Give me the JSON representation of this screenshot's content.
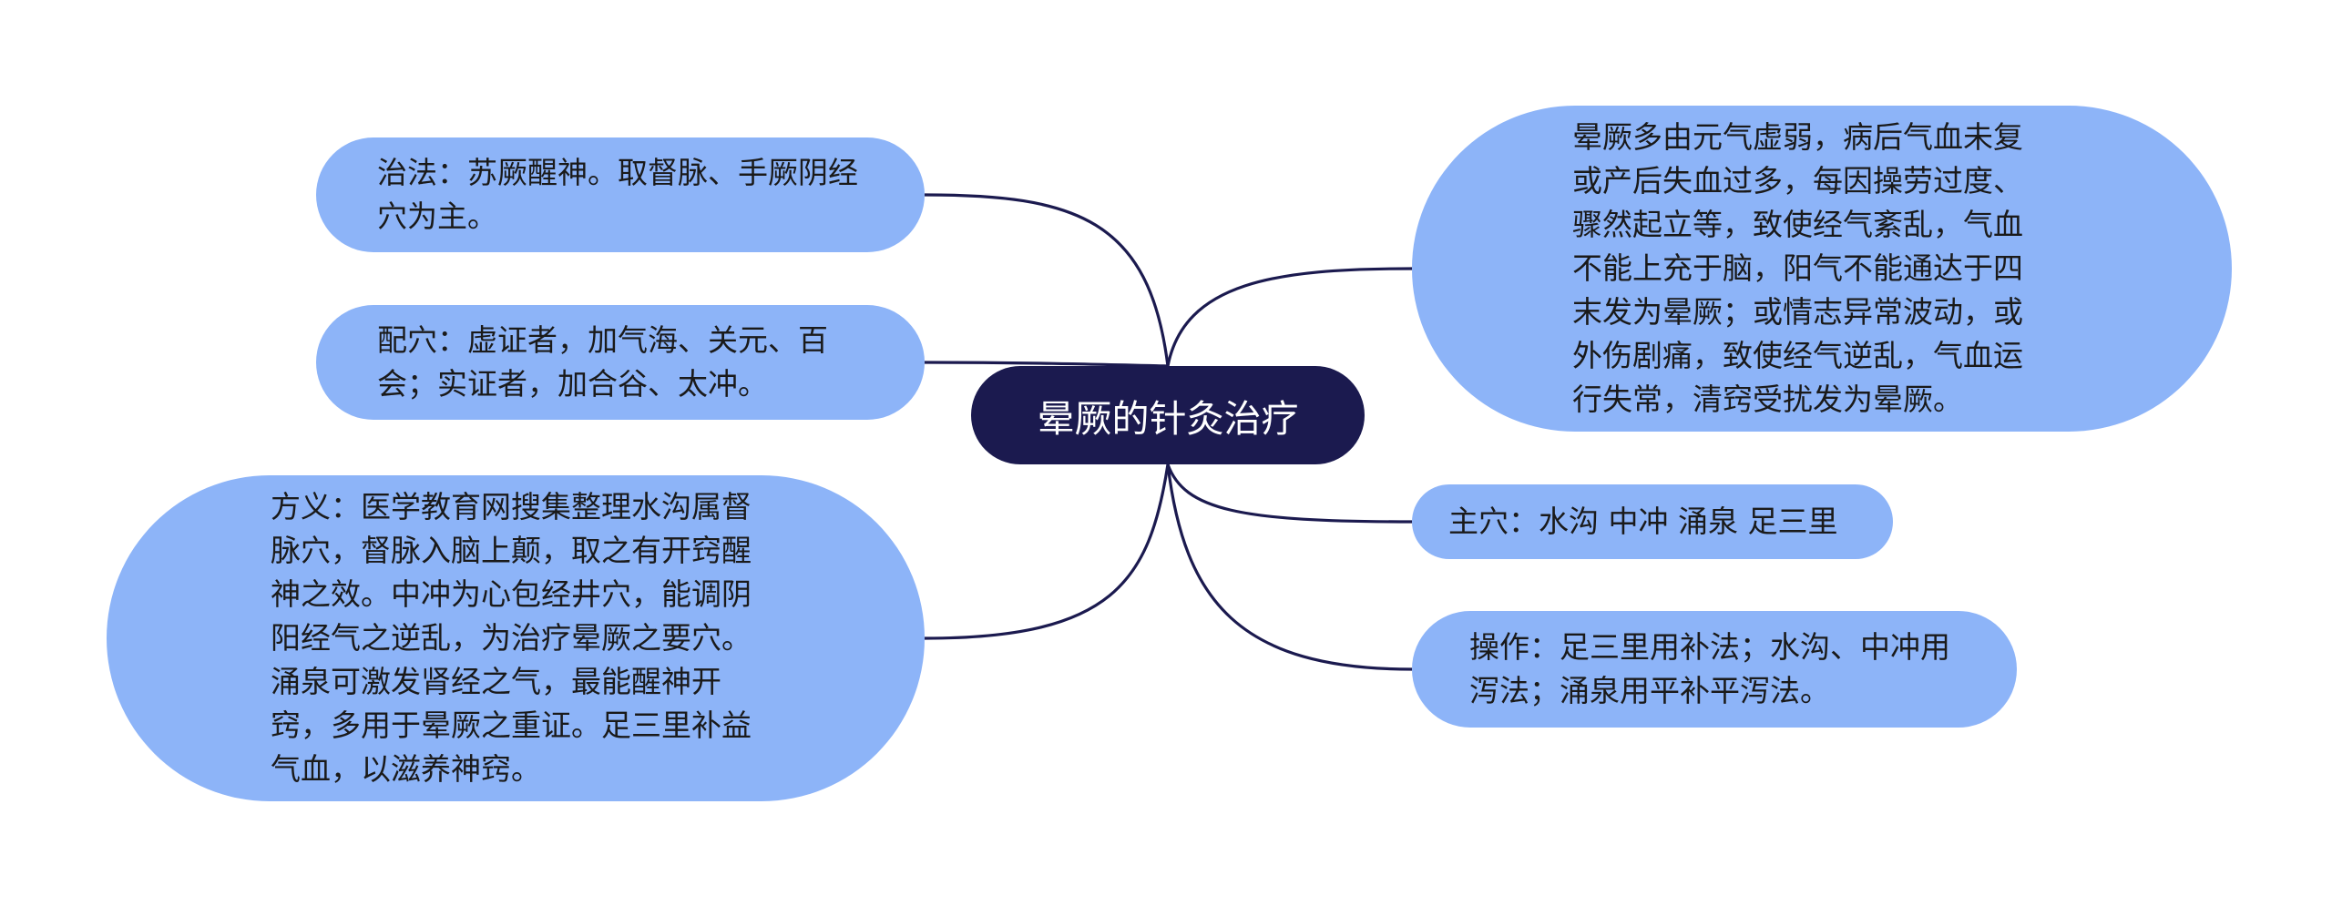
{
  "colors": {
    "central_bg": "#1b1a4f",
    "central_text": "#ffffff",
    "node_bg": "#8db4f8",
    "node_text": "#1a1a1a",
    "connector": "#1b1a4f"
  },
  "central": {
    "title": "晕厥的针灸治疗"
  },
  "left_nodes": {
    "method": "治法：苏厥醒神。取督脉、手厥阴经穴为主。",
    "pair": "配穴：虚证者，加气海、关元、百会；实证者，加合谷、太冲。",
    "prescription": "方义：医学教育网搜集整理水沟属督脉穴，督脉入脑上颠，取之有开窍醒神之效。中冲为心包经井穴，能调阴阳经气之逆乱，为治疗晕厥之要穴。涌泉可激发肾经之气，最能醒神开窍，多用于晕厥之重证。足三里补益气血，以滋养神窍。"
  },
  "right_nodes": {
    "cause": "晕厥多由元气虚弱，病后气血未复或产后失血过多，每因操劳过度、骤然起立等，致使经气紊乱，气血不能上充于脑，阳气不能通达于四末发为晕厥；或情志异常波动，或外伤剧痛，致使经气逆乱，气血运行失常，清窍受扰发为晕厥。",
    "main": "主穴：水沟 中冲 涌泉 足三里",
    "operation": "操作：足三里用补法；水沟、中冲用泻法；涌泉用平补平泻法。"
  }
}
